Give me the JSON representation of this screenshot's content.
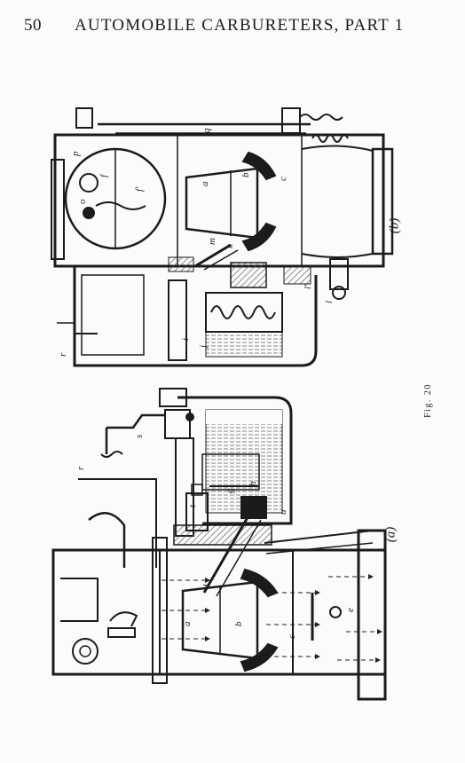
{
  "header": {
    "page_number": "50",
    "running_title": "AUTOMOBILE CARBURETERS, PART 1"
  },
  "figure": {
    "caption": "Fig. 20",
    "subfigures": [
      {
        "label": "(a)",
        "callouts": [
          "r",
          "s",
          "t",
          "g",
          "h",
          "u",
          "d",
          "a",
          "b",
          "c",
          "e"
        ]
      },
      {
        "label": "(b)",
        "callouts": [
          "p",
          "f",
          "o",
          "f'",
          "q",
          "a",
          "b",
          "c",
          "m",
          "k",
          "l",
          "l'",
          "i",
          "j",
          "r"
        ]
      }
    ]
  },
  "colors": {
    "ink": "#1b1b1b",
    "paper": "#fbfbf9",
    "fuel_hatch": "#555555"
  }
}
